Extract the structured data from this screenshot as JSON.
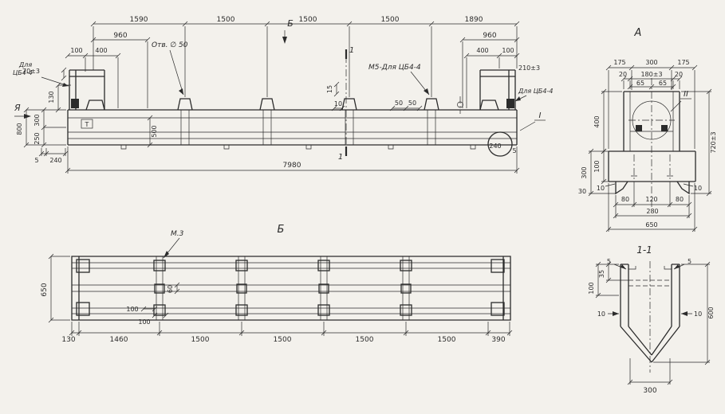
{
  "palette": {
    "paper": "#f3f1ec",
    "ink": "#2b2b2b"
  },
  "main_view": {
    "view_arrow_label": "Я",
    "cut_label_b": "Б",
    "cut_label_1_top": "1",
    "cut_label_1_bottom": "1",
    "note_for_left_line1": "Для",
    "note_for_left_line2": "ЦБ4-4",
    "note_hole": "Отв. ∅ 50",
    "note_m5": "М5-Для ЦБ4-4",
    "note_for_right": "Для ЦБ4-4",
    "t_box_mark": "Т",
    "detail_mark": "I",
    "detail_dim_240": "240",
    "detail_dim_5": "5",
    "dims": {
      "d1590": "1590",
      "d1500a": "1500",
      "d1500b": "1500",
      "d1500c": "1500",
      "d1890": "1890",
      "d960l": "960",
      "d960r": "960",
      "d100l": "100",
      "d400l": "400",
      "d400r": "400",
      "d100r": "100",
      "d70": "70±3",
      "d210": "210±3",
      "d130": "130",
      "d300": "300",
      "d800": "800",
      "d250": "250",
      "d500": "500",
      "d5": "5",
      "d240": "240",
      "d15": "15",
      "d10": "10",
      "d50a": "50",
      "d50b": "50",
      "dtotal": "7980"
    }
  },
  "b_view": {
    "title": "Б",
    "note_m3": "М.3",
    "dims": {
      "d650": "650",
      "d60": "60",
      "d100a": "100",
      "d100b": "100",
      "d130": "130",
      "d1460": "1460",
      "d1500a": "1500",
      "d1500b": "1500",
      "d1500c": "1500",
      "d1500d": "1500",
      "d390": "390"
    }
  },
  "a_view": {
    "title": "А",
    "mark_ii": "II",
    "dims": {
      "d175l": "175",
      "d300top": "300",
      "d175r": "175",
      "d20l": "20",
      "d180": "180±3",
      "d20r": "20",
      "d65l": "65",
      "d65r": "65",
      "d720": "720±3",
      "d400": "400",
      "d100": "100",
      "d300l": "300",
      "d30": "30",
      "d10l": "10",
      "d10r": "10",
      "d80l": "80",
      "d120": "120",
      "d80r": "80",
      "d280": "280",
      "d650": "650"
    }
  },
  "section_1_1": {
    "title": "1-1",
    "dims": {
      "d5l": "5",
      "d5r": "5",
      "d35": "35",
      "d100": "100",
      "d10l": "10",
      "d10r": "10",
      "d600": "600",
      "d300": "300"
    }
  }
}
